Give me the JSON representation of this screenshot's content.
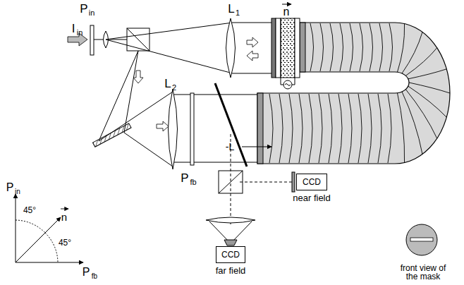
{
  "diagram": {
    "nodes": [
      {
        "text": [
          "CCD",
          "near field"
        ]
      },
      {
        "text": [
          "CCD",
          "far field"
        ]
      }
    ],
    "labels": [
      "P",
      "in",
      "I",
      "in",
      "L",
      "1",
      "n",
      "L",
      "2",
      "-L",
      "P",
      "fb",
      "P",
      "in",
      "45°",
      "n",
      "45°",
      "P",
      "fb",
      "front view of the mask"
    ]
  }
}
